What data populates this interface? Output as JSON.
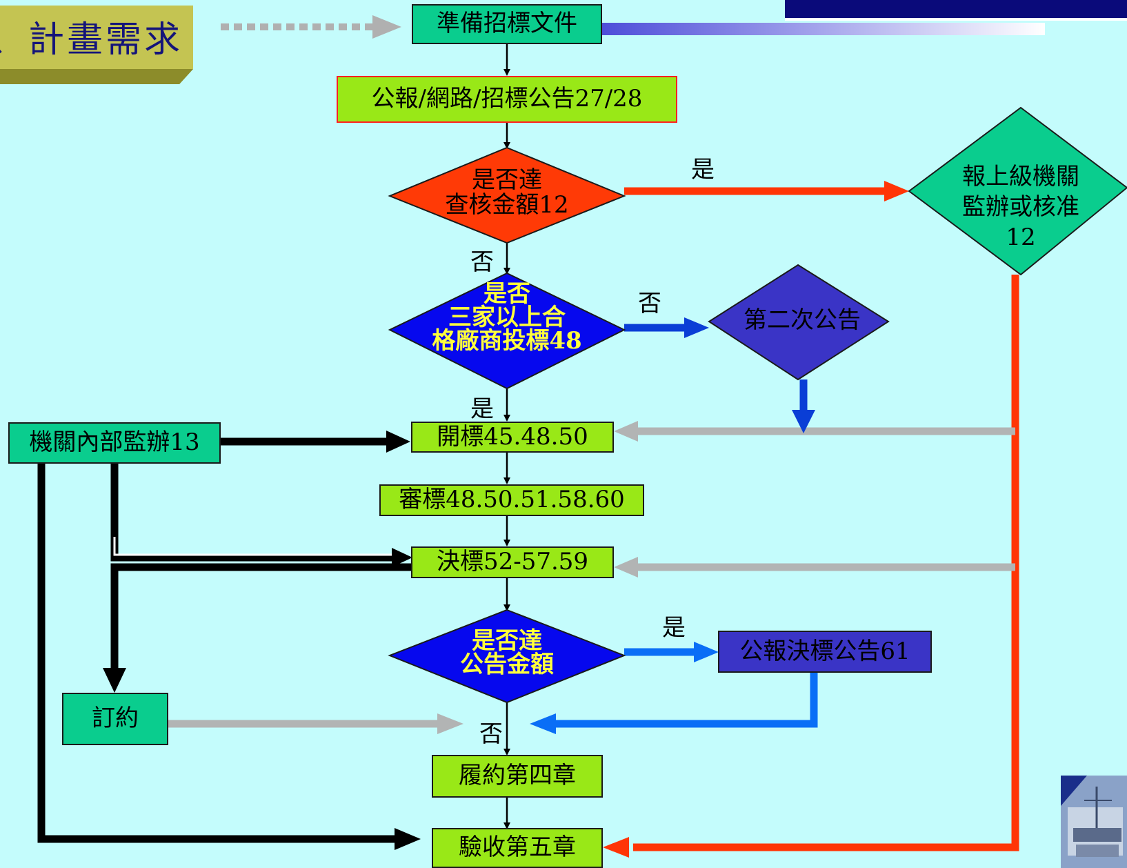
{
  "header": {
    "section_title": "、計畫需求"
  },
  "nodes": {
    "prepare": "準備招標文件",
    "announce": "公報/網路/招標公告27/28",
    "check_amount": "是否達\n查核金額12",
    "report_superior": "報上級機關\n監辦或核准\n12",
    "three_bidders": "是否\n三家以上合\n格廠商投標48",
    "second_announce": "第二次公告",
    "internal_supervise": "機關內部監辦13",
    "open_bid": "開標45.48.50",
    "review_bid": "審標48.50.51.58.60",
    "decide_bid": "決標52-57.59",
    "announce_amount": "是否達\n公告金額",
    "award_notice": "公報決標公告61",
    "contract": "訂約",
    "perform": "履約第四章",
    "acceptance": "驗收第五章"
  },
  "edge_labels": {
    "check_yes": "是",
    "check_no": "否",
    "three_no": "否",
    "three_yes": "是",
    "announce_yes": "是",
    "announce_no": "否"
  },
  "colors": {
    "background": "#c4fcfc",
    "box_green": "#99e817",
    "node_teal": "#0acd8e",
    "diamond_red": "#ff3a06",
    "diamond_blue": "#0608ee",
    "diamond_purple": "#3a34c6",
    "arrow_red": "#ff3506",
    "arrow_gray": "#b2b4b4",
    "arrow_blue": "#0a4ed6",
    "tab_olive": "#c4c452"
  }
}
